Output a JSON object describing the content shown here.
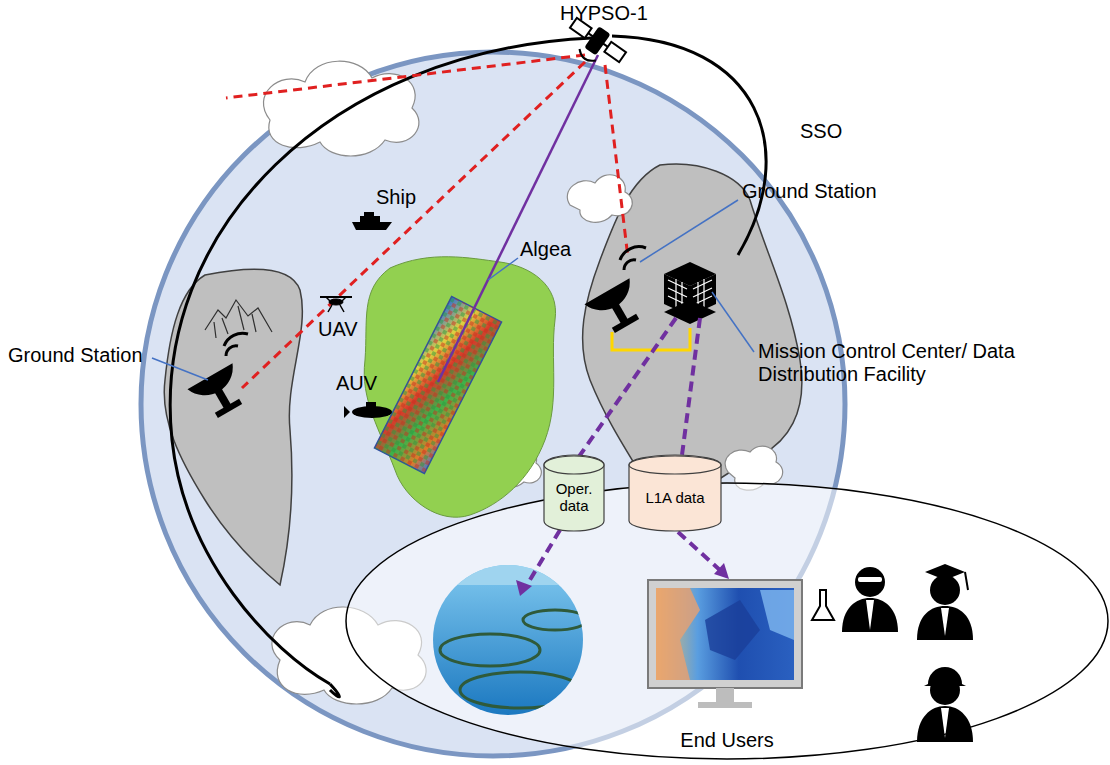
{
  "diagram": {
    "nodes": [
      {
        "text": [
          "End Users"
        ]
      },
      {
        "text": [
          "Oper. data"
        ],
        "in": 0
      },
      {
        "text": [
          "L1A data"
        ],
        "in": 0
      }
    ],
    "labels": [
      "HYPSO-1",
      "SSO",
      "Ground Station",
      "Ship",
      "Algea",
      "UAV",
      "AUV",
      "Ground Station",
      "Mission Control Center/ Data Distribution Facility"
    ]
  }
}
